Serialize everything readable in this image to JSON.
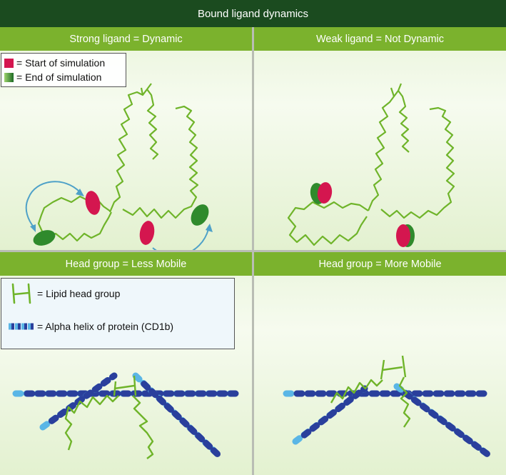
{
  "figure": {
    "title": "Bound ligand dynamics",
    "panels": [
      {
        "id": "strong",
        "title": "Strong ligand = Dynamic"
      },
      {
        "id": "weak",
        "title": "Weak ligand = Not Dynamic"
      },
      {
        "id": "head-less",
        "title": "Head group = Less Mobile"
      },
      {
        "id": "head-more",
        "title": "Head group = More Mobile"
      }
    ]
  },
  "legend_top": {
    "start": "= Start of simulation",
    "end": "= End of simulation",
    "start_color": "#d4164f",
    "end_color": "#2f8a2c"
  },
  "legend_bottom": {
    "head_group": "= Lipid head group",
    "helix": "= Alpha helix of protein (CD1b)"
  },
  "colors": {
    "lipid": "#6fb42a",
    "arrow": "#4ea1c8",
    "helix_dark": "#2a3f9c",
    "helix_light": "#5ab6e6",
    "title_bg": "#1b4b1f",
    "panel_head_bg": "#7bb22d"
  }
}
